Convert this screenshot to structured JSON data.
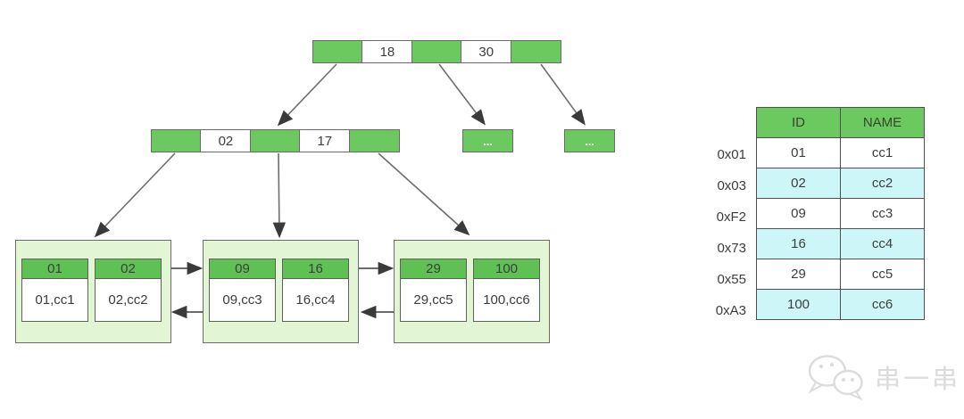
{
  "tree": {
    "root": {
      "keys": [
        "18",
        "30"
      ]
    },
    "internal": {
      "keys": [
        "02",
        "17"
      ]
    },
    "ellipsis_nodes": [
      "...",
      "..."
    ],
    "leaves": [
      {
        "entries": [
          {
            "key": "01",
            "record": "01,cc1"
          },
          {
            "key": "02",
            "record": "02,cc2"
          }
        ]
      },
      {
        "entries": [
          {
            "key": "09",
            "record": "09,cc3"
          },
          {
            "key": "16",
            "record": "16,cc4"
          }
        ]
      },
      {
        "entries": [
          {
            "key": "29",
            "record": "29,cc5"
          },
          {
            "key": "100",
            "record": "100,cc6"
          }
        ]
      }
    ]
  },
  "table": {
    "headers": [
      "ID",
      "NAME"
    ],
    "rows": [
      {
        "address": "0x01",
        "id": "01",
        "name": "cc1"
      },
      {
        "address": "0x03",
        "id": "02",
        "name": "cc2"
      },
      {
        "address": "0xF2",
        "id": "09",
        "name": "cc3"
      },
      {
        "address": "0x73",
        "id": "16",
        "name": "cc4"
      },
      {
        "address": "0x55",
        "id": "29",
        "name": "cc5"
      },
      {
        "address": "0xA3",
        "id": "100",
        "name": "cc6"
      }
    ]
  },
  "watermark": {
    "text": "串一串"
  },
  "colors": {
    "node_green": "#6cc95f",
    "leaf_background": "#e3f6d3",
    "highlight_cyan": "#cdf6f8",
    "border_gray": "#6b6b6b",
    "arrow_gray": "#6e6e6e",
    "watermark_gray": "#dcdcdc"
  }
}
